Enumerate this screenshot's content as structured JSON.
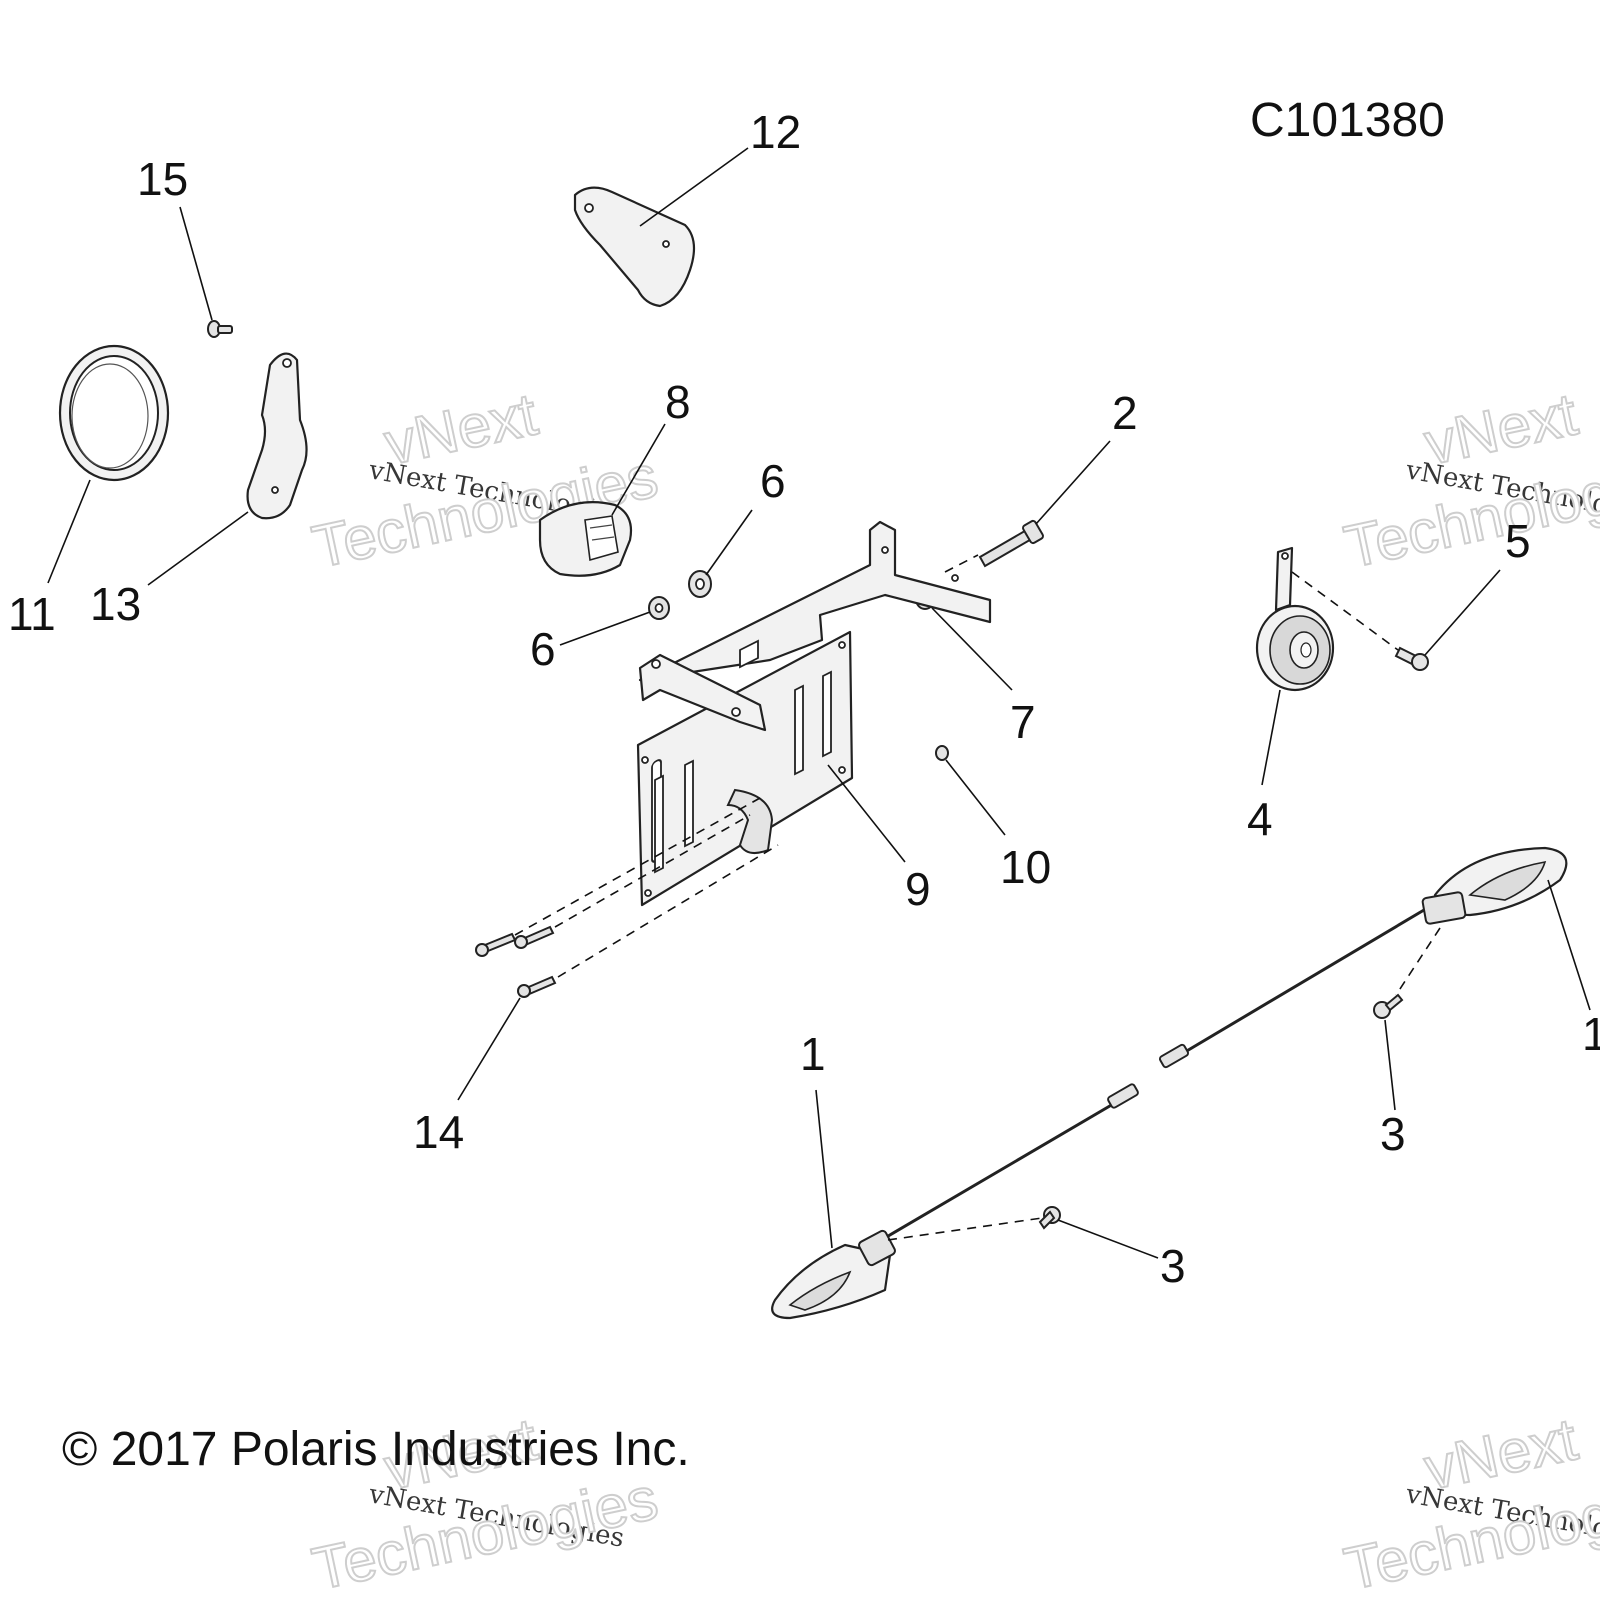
{
  "diagram": {
    "code": "C101380",
    "copyright": "© 2017 Polaris Industries Inc.",
    "watermark": {
      "line1": "vNext",
      "line2": "vNext Technologies",
      "line3": "Technologies"
    },
    "callouts": [
      "12",
      "15",
      "8",
      "6",
      "2",
      "6",
      "11",
      "13",
      "5",
      "7",
      "4",
      "10",
      "9",
      "14",
      "1",
      "3",
      "3",
      "1"
    ]
  }
}
